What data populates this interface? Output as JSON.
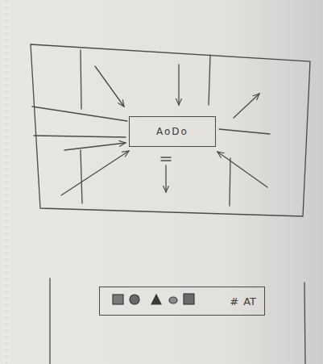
{
  "diagram": {
    "nodes": [
      {
        "text": [
          "AoDo"
        ]
      },
      {
        "text": [
          "#",
          "AT"
        ]
      }
    ]
  }
}
